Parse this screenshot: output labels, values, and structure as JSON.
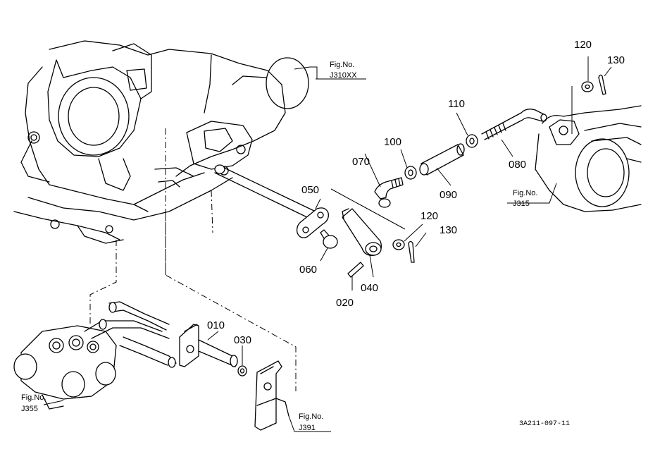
{
  "parts": {
    "p010": "010",
    "p020": "020",
    "p030": "030",
    "p040": "040",
    "p050": "050",
    "p060": "060",
    "p070": "070",
    "p080": "080",
    "p090": "090",
    "p100": "100",
    "p110": "110",
    "p120_top": "120",
    "p130_top": "130",
    "p120_mid": "120",
    "p130_mid": "130"
  },
  "fig_refs": {
    "j310xx": {
      "label": "Fig.No.",
      "number": "J310XX"
    },
    "j315": {
      "label": "Fig.No.",
      "number": "J315"
    },
    "j355": {
      "label": "Fig.No.",
      "number": "J355"
    },
    "j391": {
      "label": "Fig.No.",
      "number": "J391"
    }
  },
  "drawing_code": "3A211-097-11"
}
